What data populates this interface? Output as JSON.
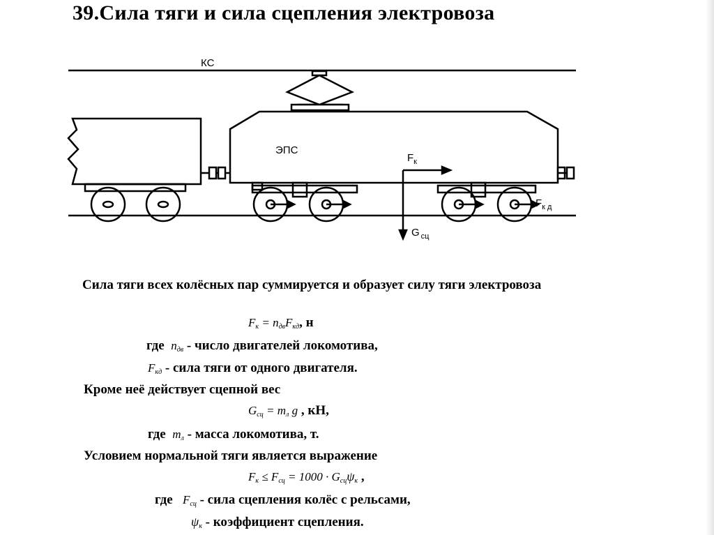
{
  "title": "39.Сила тяги и сила сцепления электровоза",
  "diagram": {
    "label_ks": "КС",
    "label_eps": "ЭПС",
    "label_fk_main": "F",
    "label_fk_sub": "к",
    "label_gsc_main": "G",
    "label_gsc_sub": "сц",
    "label_fkd_main": "F",
    "label_fkd_sub": "к д"
  },
  "text": {
    "para1": "Сила тяги всех колёсных пар суммируется и образует силу тяги электровоза",
    "f1": {
      "lhs": "F",
      "lhs_sub": "к",
      "eq": " = ",
      "n": "n",
      "n_sub": "дв",
      "f": "F",
      "f_sub": "кд",
      "unit": ", н"
    },
    "where1_prefix": "где",
    "where1_sym": "n",
    "where1_sub": "дв",
    "where1_text": " - число двигателей локомотива,",
    "where2_sym": "F",
    "where2_sub": "кд",
    "where2_text": " - сила тяги от одного двигателя.",
    "line_besides": "Кроме неё действует сцепной вес",
    "f2": {
      "lhs": "G",
      "lhs_sub": "сц",
      "eq": " = ",
      "m": "m",
      "m_sub": "л",
      "g": " g",
      "unit": " , кН,"
    },
    "where3_prefix": "где",
    "where3_sym": "m",
    "where3_sub": "л",
    "where3_text": " - масса локомотива, т.",
    "line_condition": "Условием нормальной тяги является выражение",
    "f3": {
      "a": "F",
      "a_sub": "к",
      "le": " ≤ ",
      "b": "F",
      "b_sub": "сц",
      "eq": " = 1000 · ",
      "c": "G",
      "c_sub": "сц",
      "psi": "ψ",
      "psi_sub": "к",
      "end": " ,"
    },
    "where4_prefix": "где",
    "where4_sym": "F",
    "where4_sub": "сц",
    "where4_text": " - сила сцепления колёс с рельсами,",
    "where5_sym": "ψ",
    "where5_sub": "к",
    "where5_text": " - коэффициент сцепления."
  }
}
